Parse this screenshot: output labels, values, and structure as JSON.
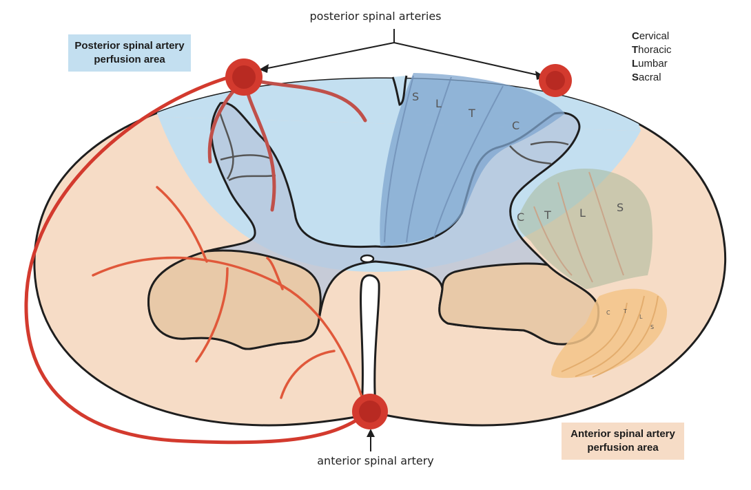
{
  "labels": {
    "posterior_arteries": "posterior spinal arteries",
    "anterior_artery": "anterior spinal artery"
  },
  "boxes": {
    "posterior": {
      "line1": "Posterior spinal artery",
      "line2": "perfusion area"
    },
    "anterior": {
      "line1": "Anterior spinal artery",
      "line2": "perfusion area"
    }
  },
  "legend": [
    {
      "initial": "C",
      "rest": "ervical"
    },
    {
      "initial": "T",
      "rest": "horacic"
    },
    {
      "initial": "L",
      "rest": "umbar"
    },
    {
      "initial": "S",
      "rest": "acral"
    }
  ],
  "dorsal_column_letters": [
    "S",
    "L",
    "T",
    "C"
  ],
  "lateral_tract_letters": [
    "C",
    "T",
    "L",
    "S"
  ],
  "ventral_tract_letters": [
    "C",
    "T",
    "L",
    "S"
  ],
  "colors": {
    "posterior_area": "#c3dff0",
    "anterior_area": "#f6dcc6",
    "artery": "#d33a2e",
    "branch": "#e0583a",
    "outline": "#1e1e1e"
  }
}
